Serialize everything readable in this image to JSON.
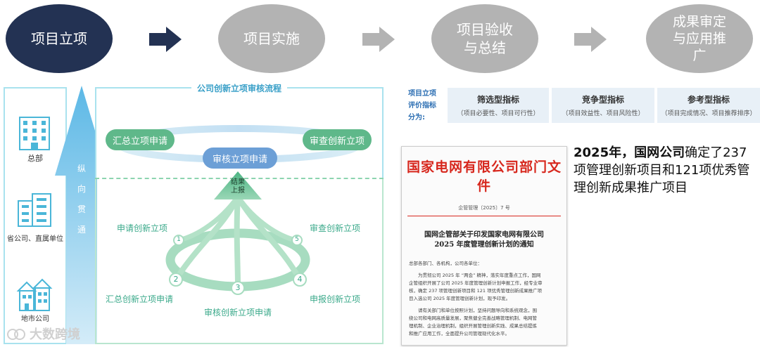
{
  "stages": [
    {
      "label": "项目立项",
      "active": true
    },
    {
      "label": "项目实施",
      "active": false
    },
    {
      "label": "项目验收\n与总结",
      "active": false
    },
    {
      "label": "成果审定\n与应用推\n广",
      "active": false
    }
  ],
  "left_panel": {
    "units": [
      "总部",
      "省公司、直属单位",
      "地市公司"
    ],
    "vertical_label": [
      "纵",
      "向",
      "贯",
      "通"
    ]
  },
  "flow": {
    "title": "公司创新立项审核流程",
    "top_pills": [
      "汇总立项申请",
      "审核立项申请",
      "审查创新立项"
    ],
    "result_label": "结果\n上报",
    "steps": [
      {
        "num": "1",
        "label": "申请创新立项"
      },
      {
        "num": "2",
        "label": "汇总创新立项申请"
      },
      {
        "num": "3",
        "label": "审核创新立项申请"
      },
      {
        "num": "4",
        "label": "申报创新立项"
      },
      {
        "num": "5",
        "label": "审查创新立项"
      }
    ]
  },
  "eval": {
    "side_label": "项目立项\n评价指标\n分为:",
    "tiers": [
      {
        "title": "筛选型指标",
        "sub": "（项目必要性、项目可行性）"
      },
      {
        "title": "竞争型指标",
        "sub": "（项目效益性、项目风险性）"
      },
      {
        "title": "参考型指标",
        "sub": "（项目完成情况、项目推荐排序）"
      }
    ]
  },
  "document": {
    "header": "国家电网有限公司部门文件",
    "number": "企管管理〔2025〕7 号",
    "title": "国网企管部关于印发国家电网有限公司\n2025 年度管理创新计划的通知",
    "salutation": "总部各部门、各机构，公司各单位：",
    "para1": "　　为贯彻公司 2025 年 “两会” 精神，落实年度重点工作，国网\n企管组织开展了公司 2025 年度管理创新计划申报工作，经专业审\n核，确定 237 项管理创新项目和 121 项优秀管理创新成果推广项\n目入选公司 2025 年度管理创新计划，现予印发。",
    "para2": "　　请有关部门和单位按照计划，坚持问题导向和系统观念，围\n绕公司和电网高质量发展，聚焦健全完善战略管理机制、电网管\n理机制、企业治理机制，组织开展管理创新实践、成果总结提炼\n和推广应用工作，全面提升公司管理现代化水平。"
  },
  "headline": {
    "year": "2025年，",
    "org": "国网公司",
    "text": "确定了237项管理创新项目和121项优秀管理创新成果推广项目"
  },
  "watermark": "大数跨境",
  "colors": {
    "active": "#233253",
    "inactive": "#b3b3b3",
    "green": "#3aa98a",
    "blue": "#6c9fd6",
    "doc_red": "#d7271d"
  }
}
